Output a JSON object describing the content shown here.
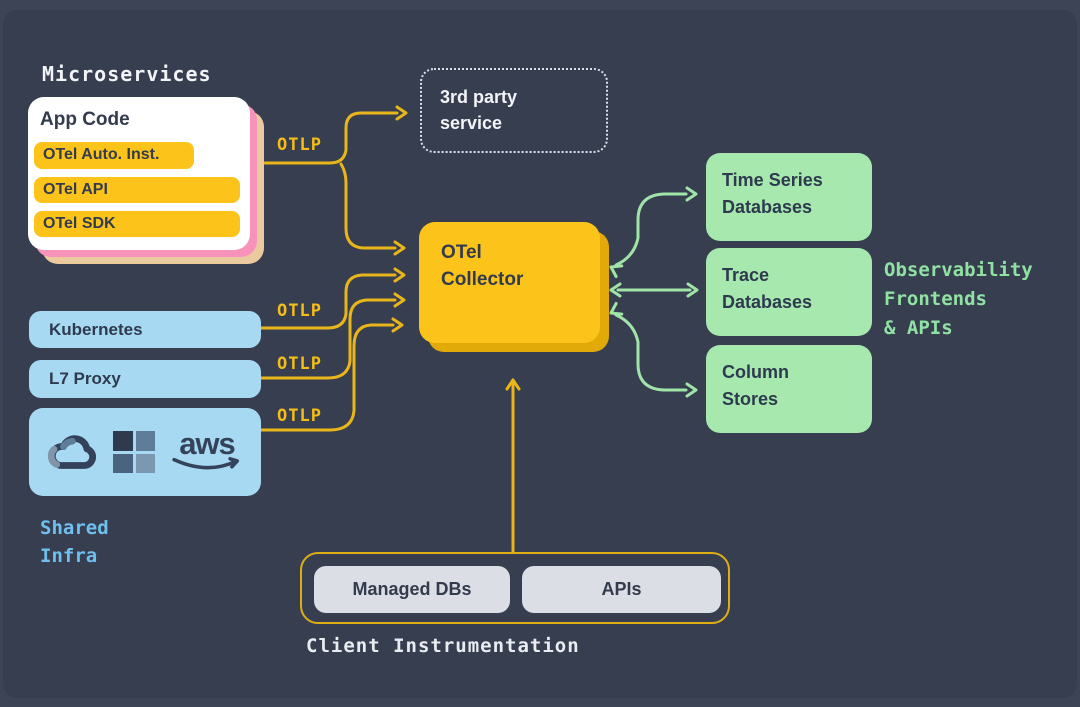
{
  "colors": {
    "background": "#363e50",
    "frame": "#3c4456",
    "yellow": "#fcc41a",
    "yellow_dark": "#e2aa08",
    "line_yellow": "#e9b61a",
    "green_box": "#a6e8ae",
    "green_line": "#a0e4a8",
    "green_text": "#90e2a2",
    "blue_box": "#a8d9f3",
    "blue_text": "#6fc0ee",
    "pink": "#f793ba",
    "tan": "#ecca9f",
    "dark_text": "#333b4d",
    "white_text": "#f2f4f7",
    "gray_pill": "#dcdee6"
  },
  "microservices": {
    "label": "Microservices",
    "card_title": "App Code",
    "pills": [
      "OTel Auto. Inst.",
      "OTel API",
      "OTel SDK"
    ]
  },
  "third_party": {
    "lines": [
      "3rd party",
      "service"
    ]
  },
  "collector": {
    "lines": [
      "OTel",
      "Collector"
    ]
  },
  "otlp": {
    "labels": [
      "OTLP",
      "OTLP",
      "OTLP",
      "OTLP"
    ]
  },
  "infra": {
    "boxes": [
      "Kubernetes",
      "L7 Proxy"
    ],
    "cloud_providers": [
      "google-cloud",
      "microsoft",
      "aws"
    ],
    "aws_wordmark": "aws",
    "label_lines": [
      "Shared",
      "Infra"
    ]
  },
  "backends": {
    "boxes": [
      {
        "lines": [
          "Time Series",
          "Databases"
        ]
      },
      {
        "lines": [
          "Trace",
          "Databases"
        ]
      },
      {
        "lines": [
          "Column",
          "Stores"
        ]
      }
    ],
    "side_label_lines": [
      "Observability",
      "Frontends",
      "& APIs"
    ]
  },
  "client": {
    "pills": [
      "Managed DBs",
      "APIs"
    ],
    "label": "Client Instrumentation"
  }
}
